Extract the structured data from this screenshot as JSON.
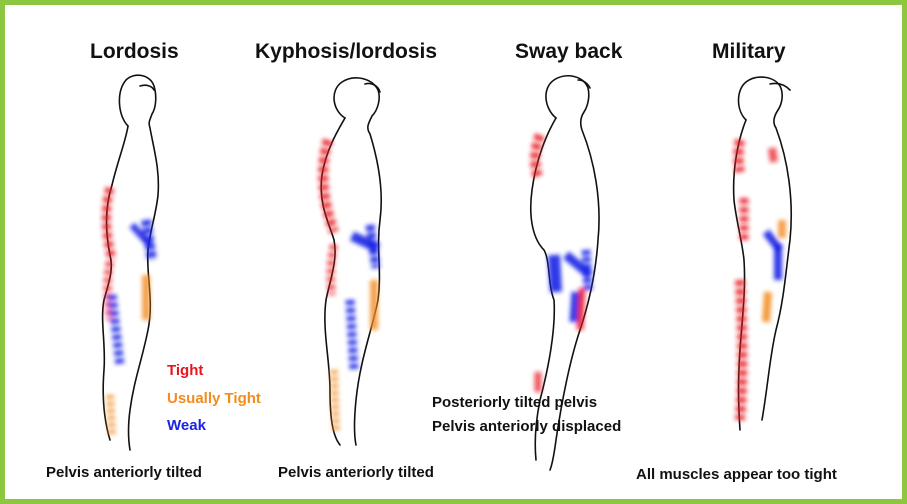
{
  "titles": {
    "lordosis": "Lordosis",
    "kyphosis_lordosis": "Kyphosis/lordosis",
    "sway_back": "Sway back",
    "military": "Military"
  },
  "captions": {
    "lordosis": "Pelvis anteriorly tilted",
    "kyphosis_lordosis": "Pelvis anteriorly tilted",
    "sway_back_line1": "Posteriorly tilted pelvis",
    "sway_back_line2": "Pelvis anteriorly displaced",
    "military": "All muscles appear too tight"
  },
  "legend": {
    "tight": "Tight",
    "usually_tight": "Usually Tight",
    "weak": "Weak"
  },
  "colors": {
    "frame": "#8dc63f",
    "tight": "#e8141e",
    "usually_tight": "#f28c1e",
    "weak": "#1a22e6",
    "outline": "#111111"
  },
  "icons": {
    "figures": "human-silhouette-side-view"
  }
}
